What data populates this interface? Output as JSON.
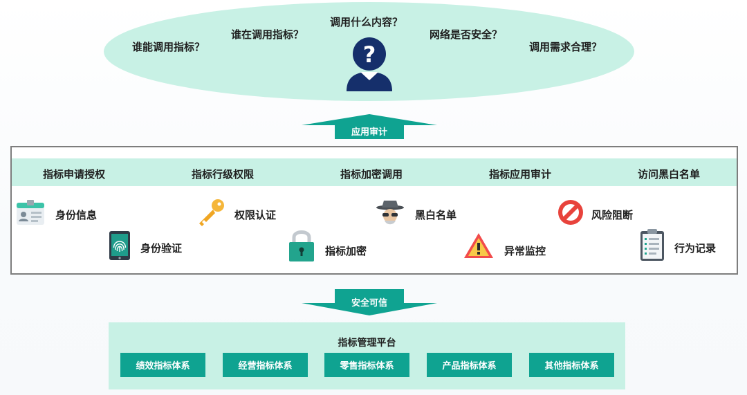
{
  "top": {
    "questions": [
      "谁能调用指标？",
      "谁在调用指标？",
      "调用什么内容？",
      "网络是否安全？",
      "调用需求合理？"
    ]
  },
  "arrows": {
    "up_label": "应用审计",
    "down_label": "安全可信"
  },
  "panel": {
    "headers": [
      "指标申请授权",
      "指标行级权限",
      "指标加密调用",
      "指标应用审计",
      "访问黑白名单"
    ],
    "features": [
      {
        "label": "身份信息",
        "icon": "id-card-icon"
      },
      {
        "label": "身份验证",
        "icon": "fingerprint-icon"
      },
      {
        "label": "权限认证",
        "icon": "key-icon"
      },
      {
        "label": "指标加密",
        "icon": "padlock-icon"
      },
      {
        "label": "黑白名单",
        "icon": "spy-icon"
      },
      {
        "label": "异常监控",
        "icon": "warning-icon"
      },
      {
        "label": "风险阻断",
        "icon": "prohibited-icon"
      },
      {
        "label": "行为记录",
        "icon": "clipboard-icon"
      }
    ]
  },
  "platform": {
    "title": "指标管理平台",
    "systems": [
      "绩效指标体系",
      "经营指标体系",
      "零售指标体系",
      "产品指标体系",
      "其他指标体系"
    ]
  },
  "colors": {
    "mint": "#c8f1e5",
    "teal": "#0fa391",
    "navy": "#152f6b"
  }
}
